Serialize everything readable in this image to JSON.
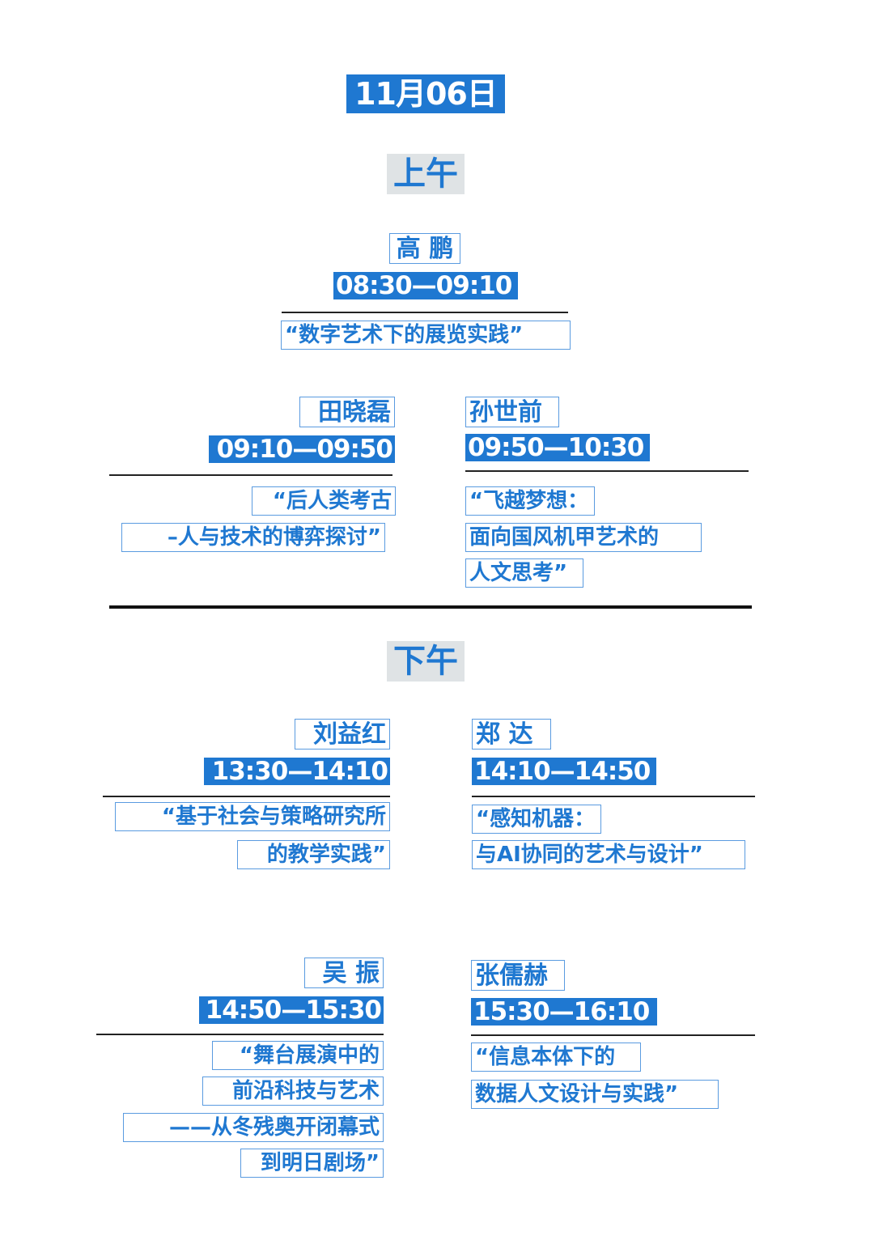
{
  "date": "11月06日",
  "morning": {
    "label": "上午",
    "keynote": {
      "name": "高 鹏",
      "time": "08:30—09:10",
      "title": "“数字艺术下的展览实践”"
    },
    "left": {
      "name": "田晓磊",
      "time": "09:10—09:50",
      "title_lines": [
        "“后人类考古",
        "–人与技术的博弈探讨”"
      ]
    },
    "right": {
      "name": "孙世前",
      "time": "09:50—10:30",
      "title_lines": [
        "“飞越梦想：",
        "面向国风机甲艺术的",
        "人文思考”"
      ]
    }
  },
  "afternoon": {
    "label": "下午",
    "row1": {
      "left": {
        "name": "刘益红",
        "time": "13:30—14:10",
        "title_lines": [
          "“基于社会与策略研究所",
          "的教学实践”"
        ]
      },
      "right": {
        "name": "郑 达",
        "time": "14:10—14:50",
        "title_lines": [
          "“感知机器：",
          "与AI协同的艺术与设计”"
        ]
      }
    },
    "row2": {
      "left": {
        "name": "吴 振",
        "time": "14:50—15:30",
        "title_lines": [
          "“舞台展演中的",
          "前沿科技与艺术",
          "——从冬残奥开闭幕式",
          "到明日剧场”"
        ]
      },
      "right": {
        "name": "张儒赫",
        "time": "15:30—16:10",
        "title_lines": [
          "“信息本体下的",
          "数据人文设计与实践”"
        ]
      }
    }
  }
}
